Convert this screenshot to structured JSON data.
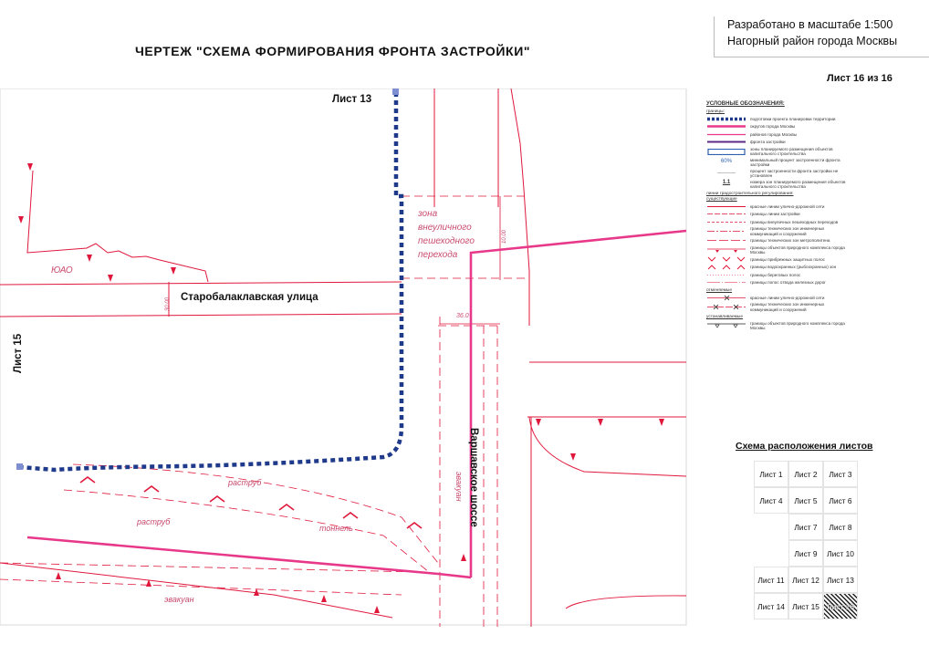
{
  "header": {
    "title": "ЧЕРТЕЖ \"СХЕМА ФОРМИРОВАНИЯ ФРОНТА ЗАСТРОЙКИ\"",
    "scale": "Разработано в масштабе 1:500",
    "district": "Нагорный район города Москвы",
    "sheet_number": "Лист 16 из 16"
  },
  "map": {
    "sheet_top": "Лист 13",
    "sheet_left": "Лист 15",
    "street_1": "Старобалаклавская улица",
    "street_2": "Варшавское шоссе",
    "zone_label": [
      "зона",
      "внеуличного",
      "пешеходного",
      "перехода"
    ],
    "district_label": "ЮАО",
    "dim_1": "30.00",
    "dim_2": "36.0",
    "dim_3": "10.00",
    "faint_1": "раструб",
    "faint_2": "раструб",
    "faint_3": "тоннель",
    "faint_4": "эвакуан",
    "faint_5": "эвакуан"
  },
  "legend": {
    "heading": "УСЛОВНЫЕ ОБОЗНАЧЕНИЯ:",
    "group_1": "границы:",
    "items_1": [
      "подготовки проекта планировки территории",
      "округов города Москвы",
      "районов города Москвы",
      "фронта застройки",
      "зоны планируемого размещения объектов капитального строительства",
      "минимальный процент застроенности фронта застройки",
      "процент застроенности фронта застройки не установлен",
      "номера зон планируемого размещения объектов капитального строительства"
    ],
    "label_pct": "60%",
    "label_num": "1.1",
    "group_2": "линии градостроительного регулирования:",
    "group_2a": "существующие",
    "items_2": [
      "красные линии улично-дорожной сети",
      "границы линии застройки",
      "границы внеуличных пешеходных переходов",
      "границы технических зон инженерных коммуникаций и сооружений",
      "границы технических зон метрополитена",
      "границы объектов природного комплекса города Москвы",
      "границы прибрежных защитных полос",
      "границы водоохранных (рыбоохранных) зон",
      "границы береговых полос",
      "границы полос отвода железных дорог"
    ],
    "group_3": "отменяемые",
    "items_3": [
      "красные линии улично-дорожной сети",
      "границы технических зон инженерных коммуникаций и сооружений"
    ],
    "group_4": "устанавливаемые",
    "items_4": [
      "границы объектов природного комплекса города Москвы"
    ]
  },
  "sheet_grid": {
    "title": "Схема расположения листов",
    "rows": [
      [
        "Лист 1",
        "Лист 2",
        "Лист 3"
      ],
      [
        "Лист 4",
        "Лист 5",
        "Лист 6"
      ],
      [
        "",
        "Лист 7",
        "Лист 8"
      ],
      [
        "",
        "Лист 9",
        "Лист 10"
      ],
      [
        "Лист 11",
        "Лист 12",
        "Лист 13"
      ],
      [
        "Лист 14",
        "Лист 15",
        "Лист 16"
      ]
    ],
    "current": "Лист 16"
  },
  "colors": {
    "red_line": "#e0183c",
    "magenta_line": "#e8388a",
    "blue_dots": "#1f3a8a",
    "purple_line": "#5b2a86",
    "zone_box": "#2b5fb0",
    "faint_text": "#c94a6e"
  }
}
